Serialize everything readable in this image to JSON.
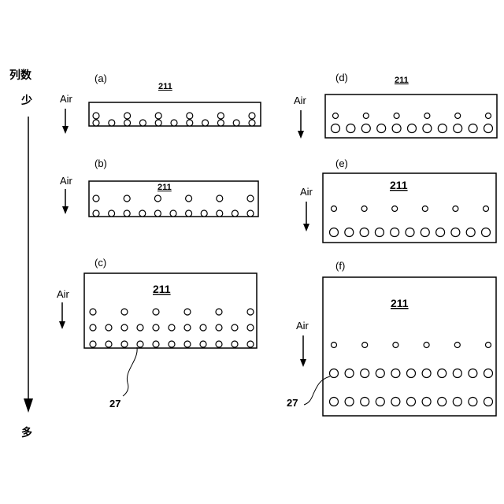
{
  "axis": {
    "title": "列数",
    "top_label": "少",
    "bottom_label": "多"
  },
  "flow_label": "Air",
  "panels": [
    {
      "id": "a",
      "label": "(a)",
      "ref": "211",
      "top_row": 6,
      "mid_row": 0,
      "bottom_row": 11,
      "lead_label": ""
    },
    {
      "id": "b",
      "label": "(b)",
      "ref": "211",
      "top_row": 6,
      "mid_row": 0,
      "bottom_row": 11,
      "lead_label": ""
    },
    {
      "id": "c",
      "label": "(c)",
      "ref": "211",
      "top_row": 6,
      "mid_row": 11,
      "bottom_row": 11,
      "lead_label": "27"
    },
    {
      "id": "d",
      "label": "(d)",
      "ref": "211",
      "top_row": 6,
      "mid_row": 0,
      "bottom_row": 11,
      "lead_label": ""
    },
    {
      "id": "e",
      "label": "(e)",
      "ref": "211",
      "top_row": 6,
      "mid_row": 0,
      "bottom_row": 11,
      "lead_label": ""
    },
    {
      "id": "f",
      "label": "(f)",
      "ref": "211",
      "top_row": 6,
      "mid_row": 11,
      "bottom_row": 11,
      "lead_label": "27"
    }
  ]
}
